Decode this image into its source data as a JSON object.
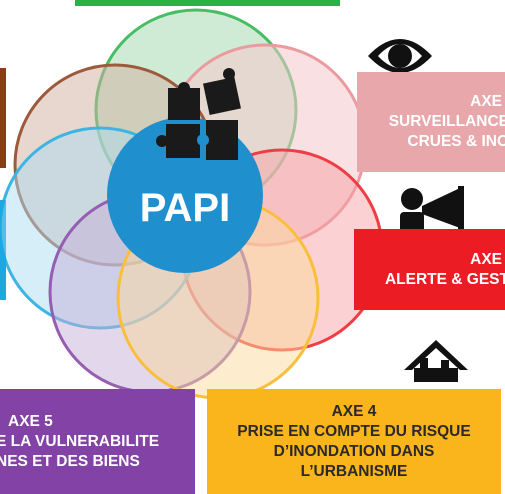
{
  "center": {
    "label": "PAPI"
  },
  "axes": [
    {
      "id": "axe2",
      "lines": [
        "AXE",
        "SURVEILLANCE",
        "CRUES & INO"
      ],
      "color": "#e8a7aa"
    },
    {
      "id": "axe3",
      "lines": [
        "AXE",
        "ALERTE & GEST"
      ],
      "color": "#ec1c24"
    },
    {
      "id": "axe4",
      "lines": [
        "AXE 4",
        "PRISE EN COMPTE DU RISQUE",
        "D’INONDATION DANS",
        "L’URBANISME"
      ],
      "color": "#f9b51b"
    },
    {
      "id": "axe5",
      "lines": [
        "AXE 5",
        "E LA VULNERABILITE",
        "NES ET DES BIENS"
      ],
      "color": "#8342a5"
    }
  ],
  "icons": [
    "eye-icon",
    "megaphone-person-icon",
    "house-icon",
    "puzzle-icon"
  ],
  "colors": {
    "top_green": "#29b24a",
    "left_brown": "#8b3d1a",
    "left_blue": "#1ba9df",
    "papi_blue": "#1f8fce"
  }
}
